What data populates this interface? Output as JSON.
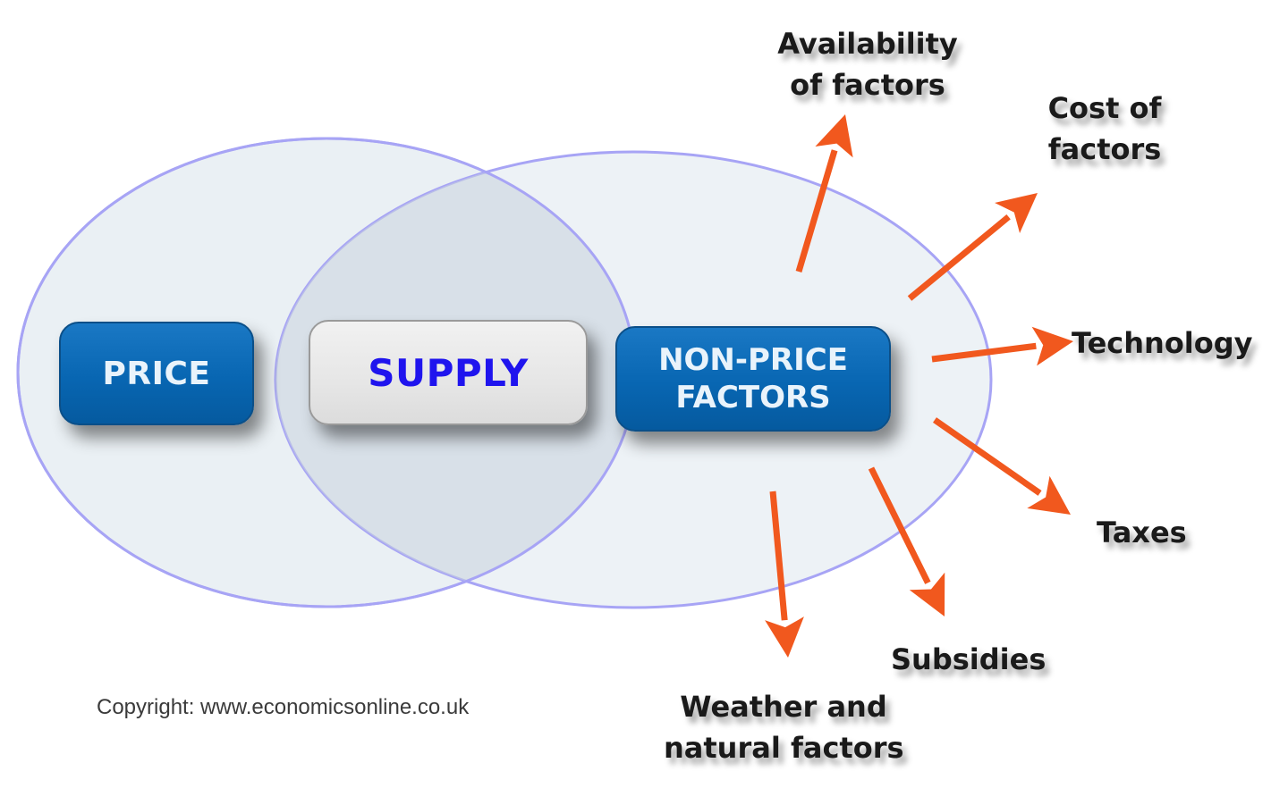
{
  "diagram": {
    "boxes": {
      "price": "PRICE",
      "supply": "SUPPLY",
      "non_price_line1": "NON-PRICE",
      "non_price_line2": "FACTORS"
    },
    "factors": {
      "availability": [
        "Availability",
        "of factors"
      ],
      "cost": [
        "Cost of",
        "factors"
      ],
      "technology": "Technology",
      "taxes": "Taxes",
      "subsidies": "Subsidies",
      "weather": [
        "Weather and",
        "natural factors"
      ]
    },
    "copyright": "Copyright: www.economicsonline.co.uk",
    "colors": {
      "ellipse_fill": "#eaf0f4",
      "ellipse_stroke": "#a7a4f5",
      "overlap_fill": "#d3dde4",
      "box_blue": "#0866b2",
      "box_grey": "#e6e6e6",
      "supply_text": "#1f14ee",
      "arrow": "#f1581e"
    }
  }
}
